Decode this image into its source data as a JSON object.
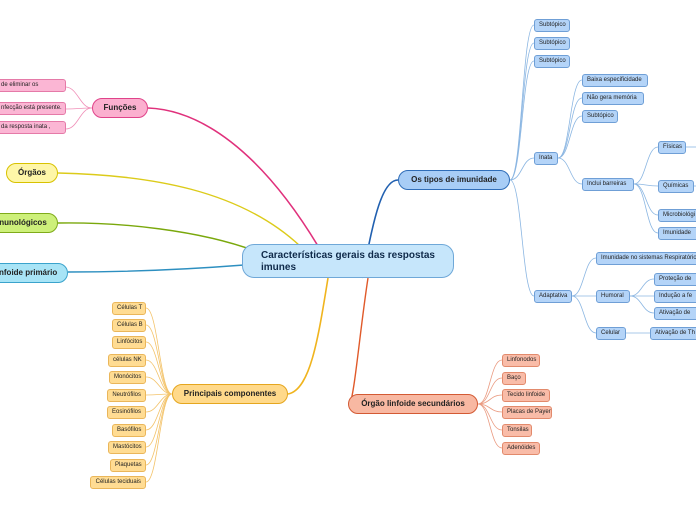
{
  "central": "Características gerais das respostas imunes",
  "branches": {
    "funcoes": {
      "label": "Funções",
      "items": [
        "de eliminar os",
        "nfecção está presente.",
        "da resposta inata ,"
      ]
    },
    "orgaos": {
      "label": "Órgãos"
    },
    "imunologicos": {
      "label": "nunológicos"
    },
    "linfoide_primario": {
      "label": "nfoide primário"
    },
    "principais": {
      "label": "Principais componentes",
      "items": [
        "Células T",
        "Células B",
        "Linfócitos",
        "células NK",
        "Monócitos",
        "Neutrófilos",
        "Eosinófilos",
        "Basófilos",
        "Mastócitos",
        "Plaquetas",
        "Células teciduais"
      ]
    },
    "tipos": {
      "label": "Os tipos de imunidade",
      "subtipos": [
        "Subtópico",
        "Subtópico",
        "Subtópico"
      ],
      "inata": {
        "label": "Inata",
        "items": [
          "Baixa especificidade",
          "Não gera memória",
          "Subtópico"
        ],
        "barreiras": {
          "label": "Inclui barreiras",
          "items": [
            "Físicas",
            "Químicas",
            "Microbiológi",
            "Imunidade"
          ]
        }
      },
      "adaptativa": {
        "label": "Adaptativa",
        "imunidade_sistemas": "Imunidade no sistemas Respiratório",
        "humoral": {
          "label": "Humoral",
          "items": [
            "Proteção de",
            "Indução a fe",
            "Ativação de"
          ]
        },
        "celular": {
          "label": "Celular",
          "item": "Ativação de Th"
        }
      }
    },
    "secundario": {
      "label": "Órgão linfoide secundários",
      "items": [
        "Linfonodos",
        "Baço",
        "Tecido linfoide",
        "Placas de Payer",
        "Tonsilas",
        "Adenóides"
      ]
    }
  }
}
